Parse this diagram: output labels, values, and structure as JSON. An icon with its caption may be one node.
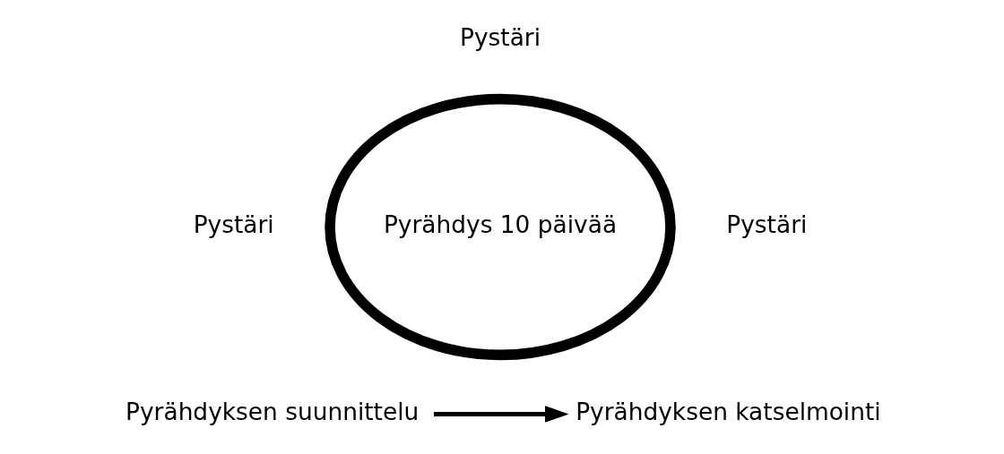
{
  "diagram": {
    "nodes": [
      {
        "text": [
          "Pyrähdys 10 päivää"
        ]
      },
      {
        "text": [
          "Pyrähdyksen suunnittelu"
        ]
      },
      {
        "text": [
          "Pyrähdyksen katselmointi"
        ]
      }
    ],
    "edges": [
      {
        "from": 1,
        "to": 2,
        "arrow": "to"
      }
    ],
    "labels": [
      "Pystäri",
      "Pystäri",
      "Pystäri"
    ]
  }
}
